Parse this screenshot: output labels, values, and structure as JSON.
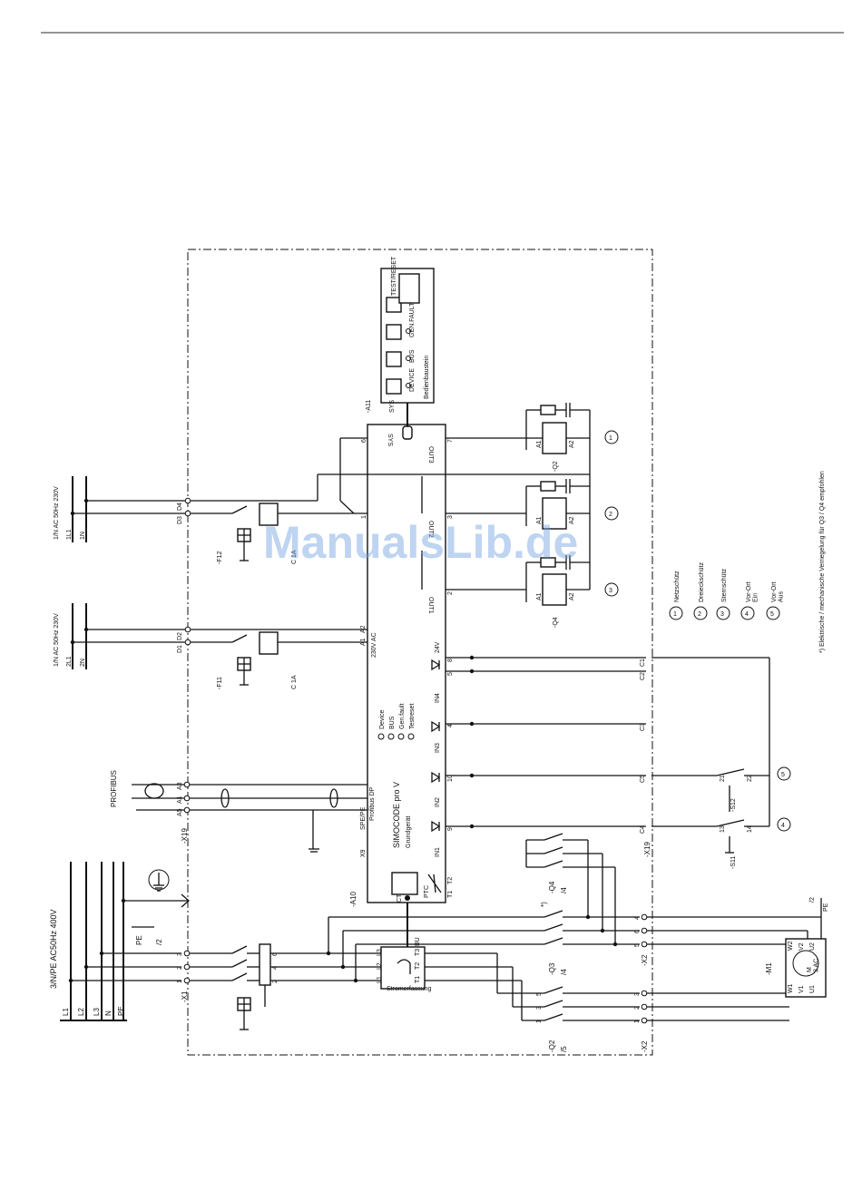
{
  "watermark": "ManualsLib.de",
  "supplies": {
    "main": "3/N/PE AC50Hz 400V",
    "main_terminals": [
      "L1",
      "L2",
      "L3",
      "N",
      "PE"
    ],
    "ctrl1": "1/N AC 50Hz 230V",
    "ctrl1_terminals": [
      "2L1",
      "2N"
    ],
    "ctrl2": "1/N AC 50Hz 230V",
    "ctrl2_terminals": [
      "1L1",
      "1N"
    ]
  },
  "labels": {
    "x1": "-X1",
    "x1_pins": [
      "1",
      "2",
      "3"
    ],
    "breaker_pins_top": [
      "2",
      "4",
      "6"
    ],
    "pe": "PE",
    "pe_ref": "/2",
    "a10": "-A10",
    "x19_top": "-X19",
    "profibus": "PROFIBUS",
    "profibus_pins": [
      "A5",
      "A1",
      "A3"
    ],
    "profibus_dp": "Profibus DP",
    "spepe": "SPE/PE",
    "x9": "X9",
    "simocode": "SIMOCODE pro V",
    "grundgeraet": "Grundgerät",
    "status_leds": [
      "Device",
      "BUS",
      "Gen.fault",
      "Testreset"
    ],
    "v230": "230V AC",
    "a1a2": [
      "A1",
      "A2"
    ],
    "f11": "-F11",
    "c1a_1": "C 1A",
    "d1d2": [
      "D1",
      "D2"
    ],
    "f12": "-F12",
    "c1a_2": "C 1A",
    "d3d4": [
      "D3",
      "D4"
    ],
    "a11": "-A11",
    "sys": "SYS",
    "sys2": "SYS",
    "bedienbaustein": "Bedienbaustein",
    "bedien_leds": [
      "DEVICE",
      "BUS",
      "GEN.FAULT"
    ],
    "test_reset": "TEST/RESET",
    "out_labels": [
      "OUT3",
      "OUT2",
      "OUT1"
    ],
    "out_pins": [
      "6",
      "7",
      "1",
      "3",
      "2"
    ],
    "in_labels": [
      "IN4",
      "IN3",
      "IN2",
      "IN1"
    ],
    "in_pins": [
      "8",
      "5",
      "4",
      "10",
      "9"
    ],
    "v24": "24V",
    "ptc": "PTC",
    "t1t2": [
      "T1",
      "T2"
    ],
    "ct": "CT",
    "stromerfassung": "Stromerfassung",
    "stromerfassung_pins_left": [
      "L3",
      "L2",
      "L1"
    ],
    "stromerfassung_pins_right": [
      "T3",
      "T2",
      "T1"
    ],
    "bu": "BU",
    "q1_contacts": [
      "1",
      "3",
      "5"
    ],
    "q2": "-Q2",
    "q2_ref": "/5",
    "q3": "-Q3",
    "q3_ref": "/4",
    "q4": "-Q4",
    "q4_ref": "/4",
    "star": "*)",
    "x2": "-X2",
    "x2_pins": [
      "1",
      "2",
      "3",
      "4",
      "5",
      "6"
    ],
    "x19_bottom": "-X19",
    "c_pins": [
      "C1",
      "C2",
      "C3",
      "C5",
      "C4"
    ],
    "s11": "-S11",
    "s12": "-S12",
    "s_pins": [
      "13",
      "14",
      "21",
      "22"
    ],
    "m1": "-M1",
    "motor": "M\n3 AC",
    "motor_terminals": [
      "W1",
      "V1",
      "U1",
      "W2",
      "V2",
      "U2"
    ],
    "pe2": "PE",
    "pe2_ref": "/2",
    "coil_labels": [
      "A1",
      "A2"
    ],
    "q2_coil": "-Q2",
    "q4_coil": "-Q4"
  },
  "legend": [
    {
      "num": "1",
      "text": "Netzschütz"
    },
    {
      "num": "2",
      "text": "Dreieckschütz"
    },
    {
      "num": "3",
      "text": "Sternschütz"
    },
    {
      "num": "4",
      "text": "Vor-Ort\nEin"
    },
    {
      "num": "5",
      "text": "Vor-Ort\nAus"
    }
  ],
  "footnote": "*) Elektrische / mechanische Verriegelung für Q3 / Q4 empfohlen"
}
